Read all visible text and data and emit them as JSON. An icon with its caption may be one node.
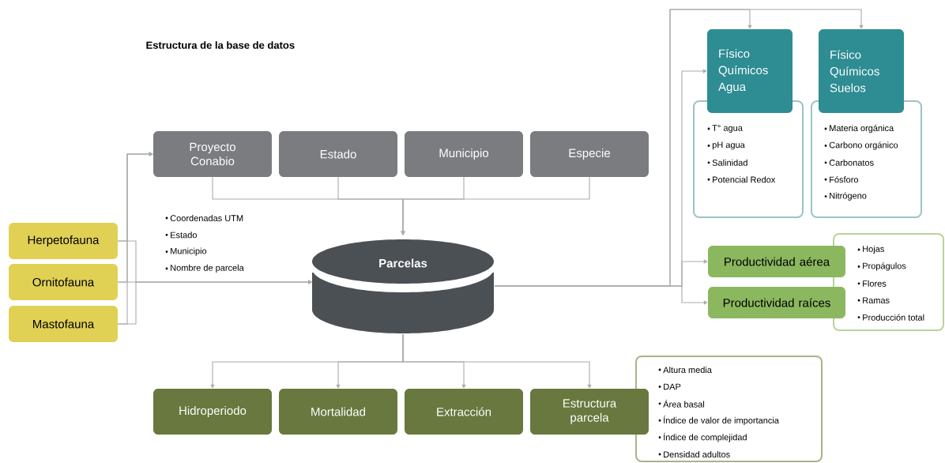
{
  "diagram": {
    "title": "Estructura de la base de datos",
    "nodes": [
      {
        "text": [
          "Proyecto Conabio"
        ]
      },
      {
        "text": [
          "Estado"
        ]
      },
      {
        "text": [
          "Municipio"
        ]
      },
      {
        "text": [
          "Especie"
        ]
      },
      {
        "text": [
          "Herpetofauna"
        ]
      },
      {
        "text": [
          "Ornitofauna"
        ]
      },
      {
        "text": [
          "Mastofauna"
        ]
      },
      {
        "text": [
          "Parcelas"
        ]
      },
      {
        "text": [
          "Físico Químicos Agua"
        ]
      },
      {
        "text": [
          "Físico Químicos Suelos"
        ]
      },
      {
        "text": [
          "Productividad aérea"
        ]
      },
      {
        "text": [
          "Productividad raíces"
        ]
      },
      {
        "text": [
          "Hidroperiodo"
        ]
      },
      {
        "text": [
          "Mortalidad"
        ]
      },
      {
        "text": [
          "Extracción"
        ]
      },
      {
        "text": [
          "Estructura parcela"
        ]
      },
      {
        "text": [
          "T° agua",
          "pH agua",
          "Salinidad",
          "Potencial Redox"
        ]
      },
      {
        "text": [
          "Materia orgánica",
          "Carbono orgánico",
          "Carbonatos",
          "Fósforo",
          "Nitrógeno"
        ]
      },
      {
        "text": [
          "Hojas",
          "Propágulos",
          "Flores",
          "Ramas",
          "Producción total"
        ]
      },
      {
        "text": [
          "Altura media",
          "DAP",
          "Área basal",
          "Índice de valor de importancia",
          "Índice de complejidad",
          "Densidad adultos"
        ]
      }
    ],
    "edges": [
      {
        "from": 0,
        "to": 7,
        "arrow": "to"
      },
      {
        "from": 1,
        "to": 7,
        "arrow": "to"
      },
      {
        "from": 2,
        "to": 7,
        "arrow": "to"
      },
      {
        "from": 3,
        "to": 7,
        "arrow": "to"
      },
      {
        "from": 4,
        "to": 7,
        "arrow": "to"
      },
      {
        "from": 5,
        "to": 7,
        "arrow": "to"
      },
      {
        "from": 6,
        "to": 7,
        "arrow": "to"
      },
      {
        "from": 4,
        "to": 0,
        "arrow": "to"
      },
      {
        "from": 5,
        "to": 0,
        "arrow": "to"
      },
      {
        "from": 6,
        "to": 0,
        "arrow": "to"
      },
      {
        "from": 7,
        "to": 8,
        "arrow": "to"
      },
      {
        "from": 7,
        "to": 9,
        "arrow": "to"
      },
      {
        "from": 7,
        "to": 8,
        "arrow": "to"
      },
      {
        "from": 7,
        "to": 10,
        "arrow": "to"
      },
      {
        "from": 7,
        "to": 11,
        "arrow": "to"
      },
      {
        "from": 7,
        "to": 12,
        "arrow": "to"
      },
      {
        "from": 7,
        "to": 13,
        "arrow": "to"
      },
      {
        "from": 7,
        "to": 14,
        "arrow": "to"
      },
      {
        "from": 7,
        "to": 15,
        "arrow": "to"
      }
    ],
    "labels": [
      "Coordenadas UTM",
      "Estado",
      "Municipio",
      "Nombre de parcela"
    ]
  }
}
